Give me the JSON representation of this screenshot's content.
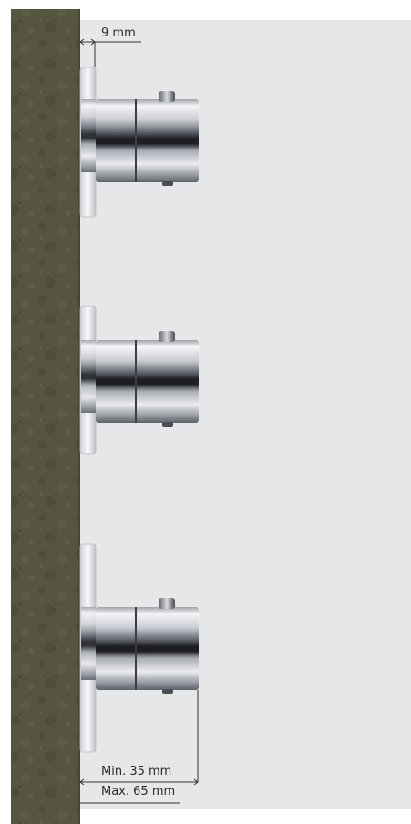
{
  "dimensions": {
    "top_offset": "9 mm",
    "depth_min": "Min. 35 mm",
    "depth_max": "Max. 65 mm"
  },
  "colors": {
    "wall": "#56553f",
    "background": "#e6e7e9",
    "chrome_light": "#f2f3f5",
    "chrome_dark": "#2e3035",
    "dimension_line": "#333333"
  }
}
